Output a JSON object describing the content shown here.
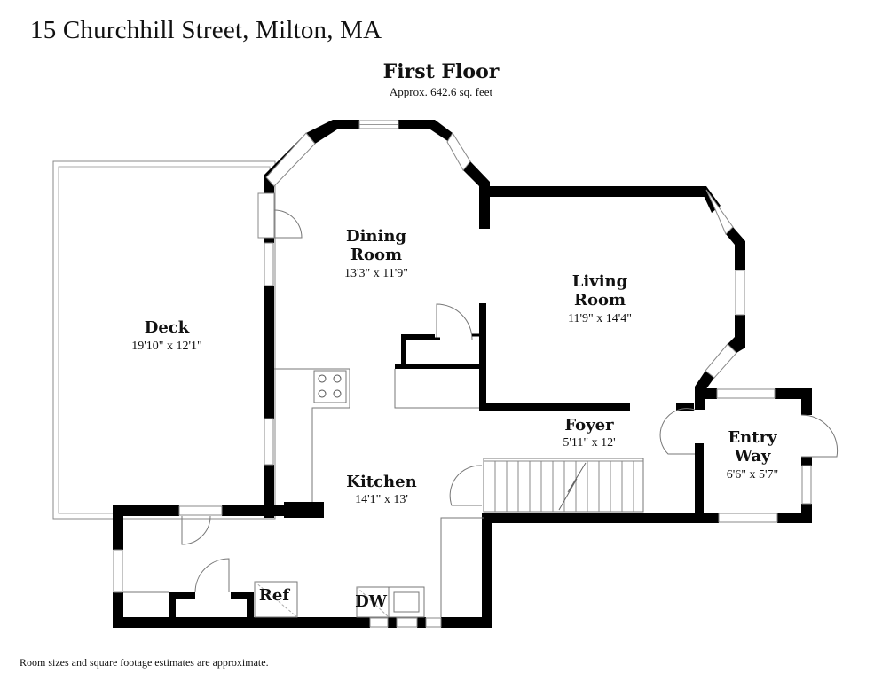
{
  "header": {
    "address": "15 Churchhill Street, Milton, MA",
    "floor_title": "First Floor",
    "floor_area": "Approx. 642.6 sq. feet"
  },
  "rooms": {
    "dining_room": {
      "name_line1": "Dining",
      "name_line2": "Room",
      "dims": "13'3\" x 11'9\""
    },
    "living_room": {
      "name_line1": "Living",
      "name_line2": "Room",
      "dims": "11'9\" x 14'4\""
    },
    "deck": {
      "name": "Deck",
      "dims": "19'10\" x 12'1\""
    },
    "foyer": {
      "name": "Foyer",
      "dims": "5'11\" x 12'"
    },
    "entry_way": {
      "name_line1": "Entry",
      "name_line2": "Way",
      "dims": "6'6\" x 5'7\""
    },
    "kitchen": {
      "name": "Kitchen",
      "dims": "14'1\" x 13'"
    }
  },
  "fixtures": {
    "refrigerator": "Ref",
    "dishwasher": "DW"
  },
  "footer": {
    "disclaimer": "Room sizes and square footage estimates are approximate."
  }
}
